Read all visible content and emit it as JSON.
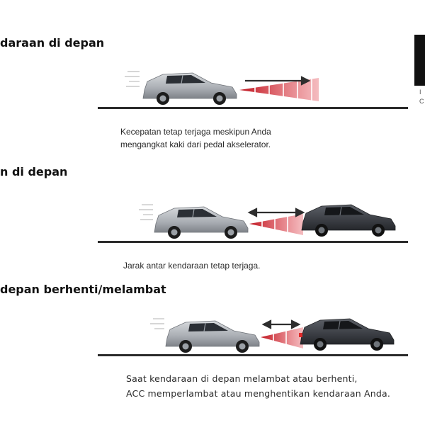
{
  "sections": [
    {
      "heading": "daraan di depan",
      "caption_lines": [
        "Kecepatan tetap terjaga meskipun Anda",
        "mengangkat kaki dari pedal akselerator."
      ]
    },
    {
      "heading": "n di depan",
      "caption_lines": [
        "Jarak antar kendaraan tetap terjaga."
      ]
    },
    {
      "heading": "depan berhenti/melambat",
      "caption_lines": [
        "Saat kendaraan di depan melambat atau berhenti,",
        "ACC memperlambat atau menghentikan kendaraan Anda."
      ]
    }
  ],
  "side_panel": {
    "letters": [
      "I",
      "C"
    ]
  },
  "colors": {
    "silver_car": "#b9bcc1",
    "dark_car": "#3d4045",
    "radar": "#d81e2a",
    "road": "#2b2b2b",
    "arrow": "#2e2e2e"
  }
}
